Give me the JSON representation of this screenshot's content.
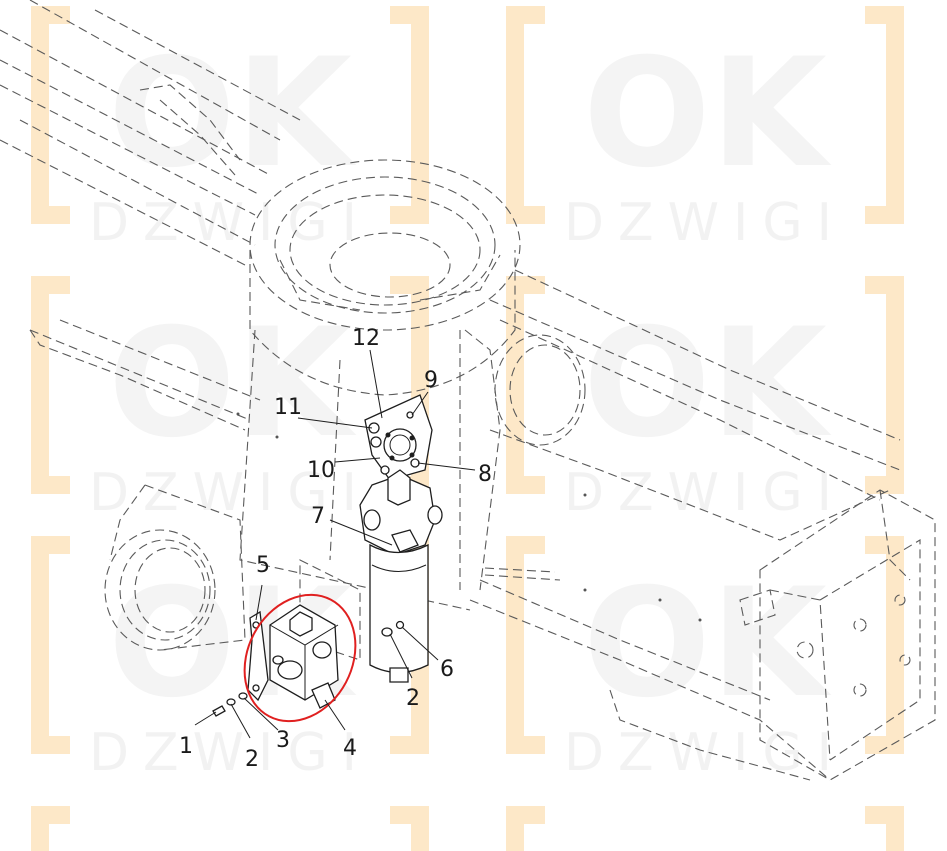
{
  "watermark": {
    "logo_text": "OK",
    "sub_text": "DZWIGI",
    "bracket_color": "#fde8c8",
    "letter_color": "#f4f4f4"
  },
  "callouts": [
    {
      "id": "1",
      "label": "1"
    },
    {
      "id": "2a",
      "label": "2"
    },
    {
      "id": "3",
      "label": "3"
    },
    {
      "id": "4",
      "label": "4"
    },
    {
      "id": "5",
      "label": "5"
    },
    {
      "id": "2b",
      "label": "2"
    },
    {
      "id": "6",
      "label": "6"
    },
    {
      "id": "7",
      "label": "7"
    },
    {
      "id": "8",
      "label": "8"
    },
    {
      "id": "9",
      "label": "9"
    },
    {
      "id": "10",
      "label": "10"
    },
    {
      "id": "11",
      "label": "11"
    },
    {
      "id": "12",
      "label": "12"
    }
  ],
  "highlight": {
    "color": "#e02020",
    "target": "4"
  }
}
